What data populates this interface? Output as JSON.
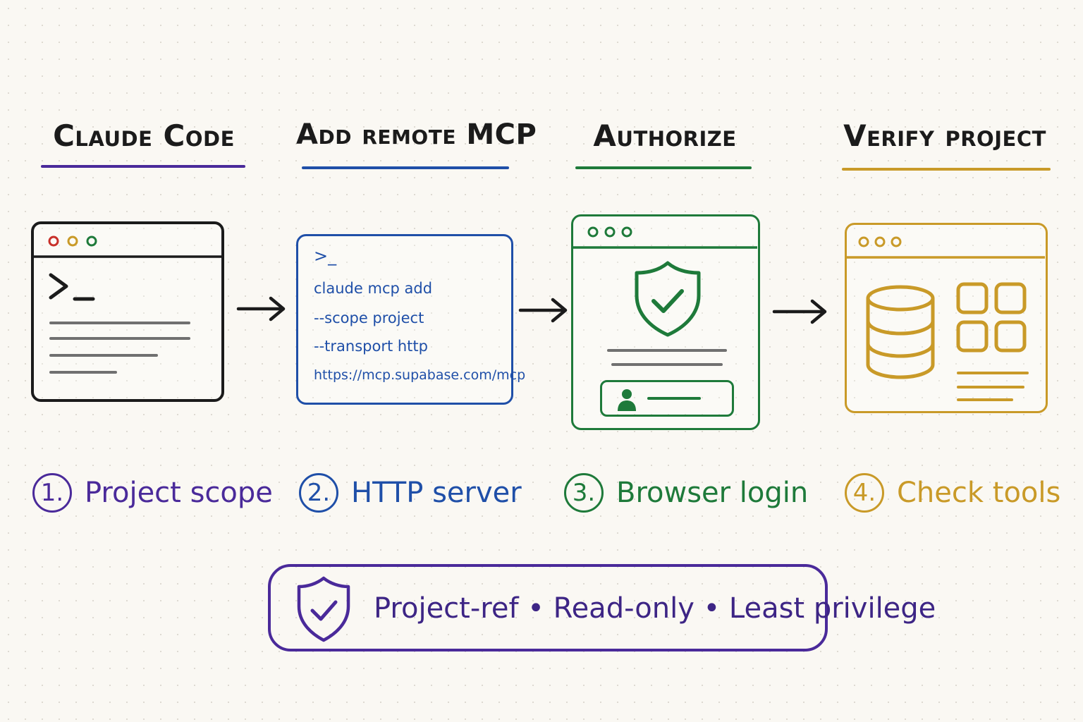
{
  "colors": {
    "purple": "#4a2a9a",
    "blue": "#1f4fa8",
    "green": "#1e7a3a",
    "gold": "#c99a28",
    "black": "#1b1b1b"
  },
  "steps": [
    {
      "heading": "Claude Code",
      "number": "1.",
      "label": "Project scope"
    },
    {
      "heading": "Add remote MCP",
      "number": "2.",
      "label": "HTTP server"
    },
    {
      "heading": "Authorize",
      "number": "3.",
      "label": "Browser login"
    },
    {
      "heading": "Verify project",
      "number": "4.",
      "label": "Check tools"
    }
  ],
  "terminal": {
    "prompt": ">_"
  },
  "command": {
    "prompt": ">_",
    "lines": [
      "claude mcp add",
      "--scope project",
      "--transport http",
      "https://mcp.supabase.com/mcp"
    ]
  },
  "footer": {
    "text": "Project-ref • Read-only • Least privilege"
  },
  "icons": [
    "terminal-icon",
    "shield-check-icon",
    "user-icon",
    "database-icon",
    "grid-icon",
    "arrow-right-icon"
  ]
}
